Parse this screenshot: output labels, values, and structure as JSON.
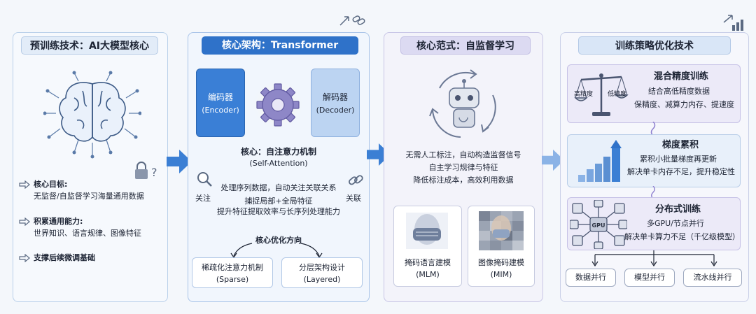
{
  "panel1": {
    "title": "预训练技术：AI大模型核心",
    "bullets": [
      {
        "head": "核心目标:",
        "body": "无监督/自监督学习海量通用数据"
      },
      {
        "head": "积累通用能力:",
        "body": "世界知识、语言规律、图像特征"
      },
      {
        "head": "支撑后续微调基础",
        "body": ""
      }
    ]
  },
  "panel2": {
    "title": "核心架构：Transformer",
    "encoder": {
      "cn": "编码器",
      "en": "(Encoder)"
    },
    "decoder": {
      "cn": "解码器",
      "en": "(Decoder)"
    },
    "attention_title": "核心：自注意力机制",
    "attention_en": "(Self-Attention)",
    "line1": "处理序列数据，自动关注关联关系",
    "left_tag": "关注",
    "right_tag": "关联",
    "line2": "捕捉局部+全局特征",
    "line3": "提升特征提取效率与长序列处理能力",
    "opt_title": "核心优化方向",
    "opt1": {
      "cn": "稀疏化注意力机制",
      "en": "(Sparse)"
    },
    "opt2": {
      "cn": "分层架构设计",
      "en": "(Layered)"
    }
  },
  "panel3": {
    "title": "核心范式：自监督学习",
    "lines": [
      "无需人工标注，自动构造监督信号",
      "自主学习规律与特征",
      "降低标注成本，高效利用数据"
    ],
    "mlm": {
      "cn": "掩码语言建模",
      "en": "(MLM)"
    },
    "mim": {
      "cn": "图像掩码建模",
      "en": "(MIM)"
    }
  },
  "panel4": {
    "title": "训练策略优化技术",
    "mixed": {
      "title": "混合精度训练",
      "high": "高精度",
      "low": "低精度",
      "lines": [
        "结合高低精度数据",
        "保精度、减算力内存、提速度"
      ]
    },
    "grad": {
      "title": "梯度累积",
      "lines": [
        "累积小批量梯度再更新",
        "解决单卡内存不足，提升稳定性"
      ]
    },
    "dist": {
      "title": "分布式训练",
      "lines": [
        "多GPU/节点并行",
        "解决单卡算力不足（千亿级模型）"
      ],
      "chip": "GPU"
    },
    "parallel": [
      "数据并行",
      "模型并行",
      "流水线并行"
    ]
  },
  "colors": {
    "blue": "#2f72c9",
    "light_blue": "#8bb3e6",
    "purple": "#8d7fcf",
    "slate": "#5b6a82"
  }
}
